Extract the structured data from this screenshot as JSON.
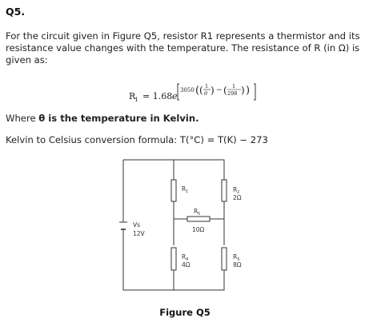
{
  "question": {
    "number": "Q5.",
    "paragraph": "For the circuit given in Figure Q5, resistor R1 represents a thermistor and its resistance value changes with the temperature.  The resistance of R (in Ω) is given as:",
    "formula": {
      "lhs": "R",
      "lhs_sub": "1",
      "equals": "= 1.68",
      "base": "e",
      "coef": "3050",
      "frac1_num": "1",
      "frac1_den": "θ",
      "minus": "−",
      "frac2_num": "1",
      "frac2_den": "298"
    },
    "where_prefix": "Where ",
    "where_bold": "θ is the temperature in Kelvin.",
    "conversion": "Kelvin to Celsius conversion formula: T(°C) = T(K) − 273"
  },
  "figure": {
    "caption": "Figure Q5",
    "source": {
      "name": "Vs",
      "value": "12V"
    },
    "resistors": {
      "r1": {
        "name": "R",
        "sub": "1",
        "value": ""
      },
      "r2": {
        "name": "R",
        "sub": "2",
        "value": "2Ω"
      },
      "r5": {
        "name": "R",
        "sub": "5",
        "value": "10Ω"
      },
      "r4": {
        "name": "R",
        "sub": "4",
        "value": "4Ω"
      },
      "r3": {
        "name": "R",
        "sub": "3",
        "value": "8Ω"
      }
    }
  },
  "colors": {
    "text": "#222222",
    "wire": "#333333"
  }
}
